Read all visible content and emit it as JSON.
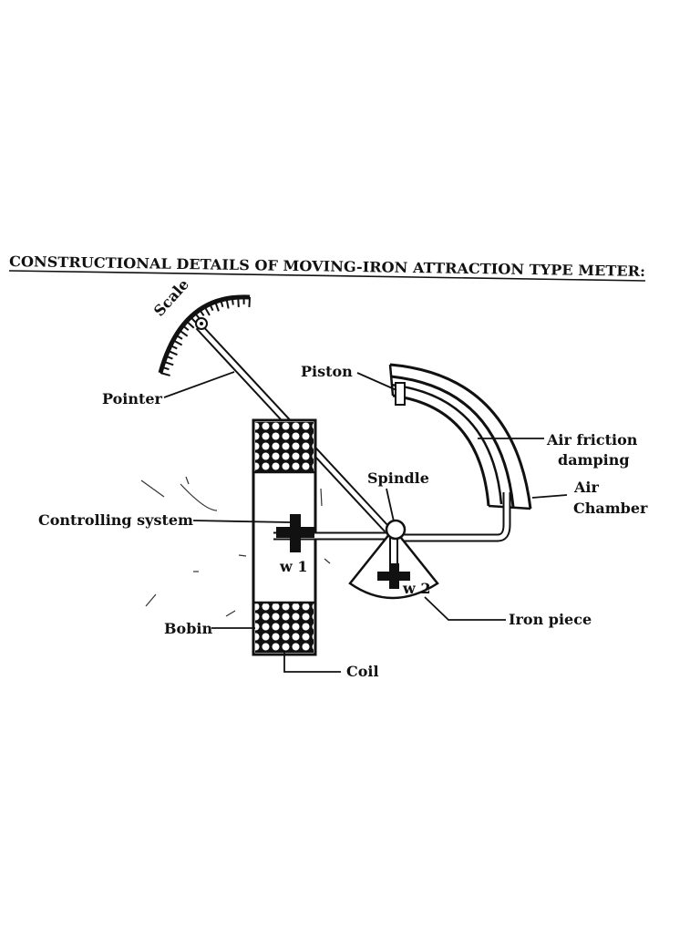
{
  "title": "CONSTRUCTIONAL DETAILS OF MOVING-IRON ATTRACTION TYPE METER:",
  "labels": {
    "scale": "Scale",
    "pointer": "Pointer",
    "piston": "Piston",
    "air_friction_1": "Air friction",
    "air_friction_2": "damping",
    "air_chamber_1": "Air",
    "air_chamber_2": "Chamber",
    "spindle": "Spindle",
    "controlling_system": "Controlling system",
    "w1": "w 1",
    "w2": "w 2",
    "iron_piece": "Iron piece",
    "bobin": "Bobin",
    "coil": "Coil"
  },
  "colors": {
    "ink": "#111111",
    "background": "#ffffff"
  }
}
